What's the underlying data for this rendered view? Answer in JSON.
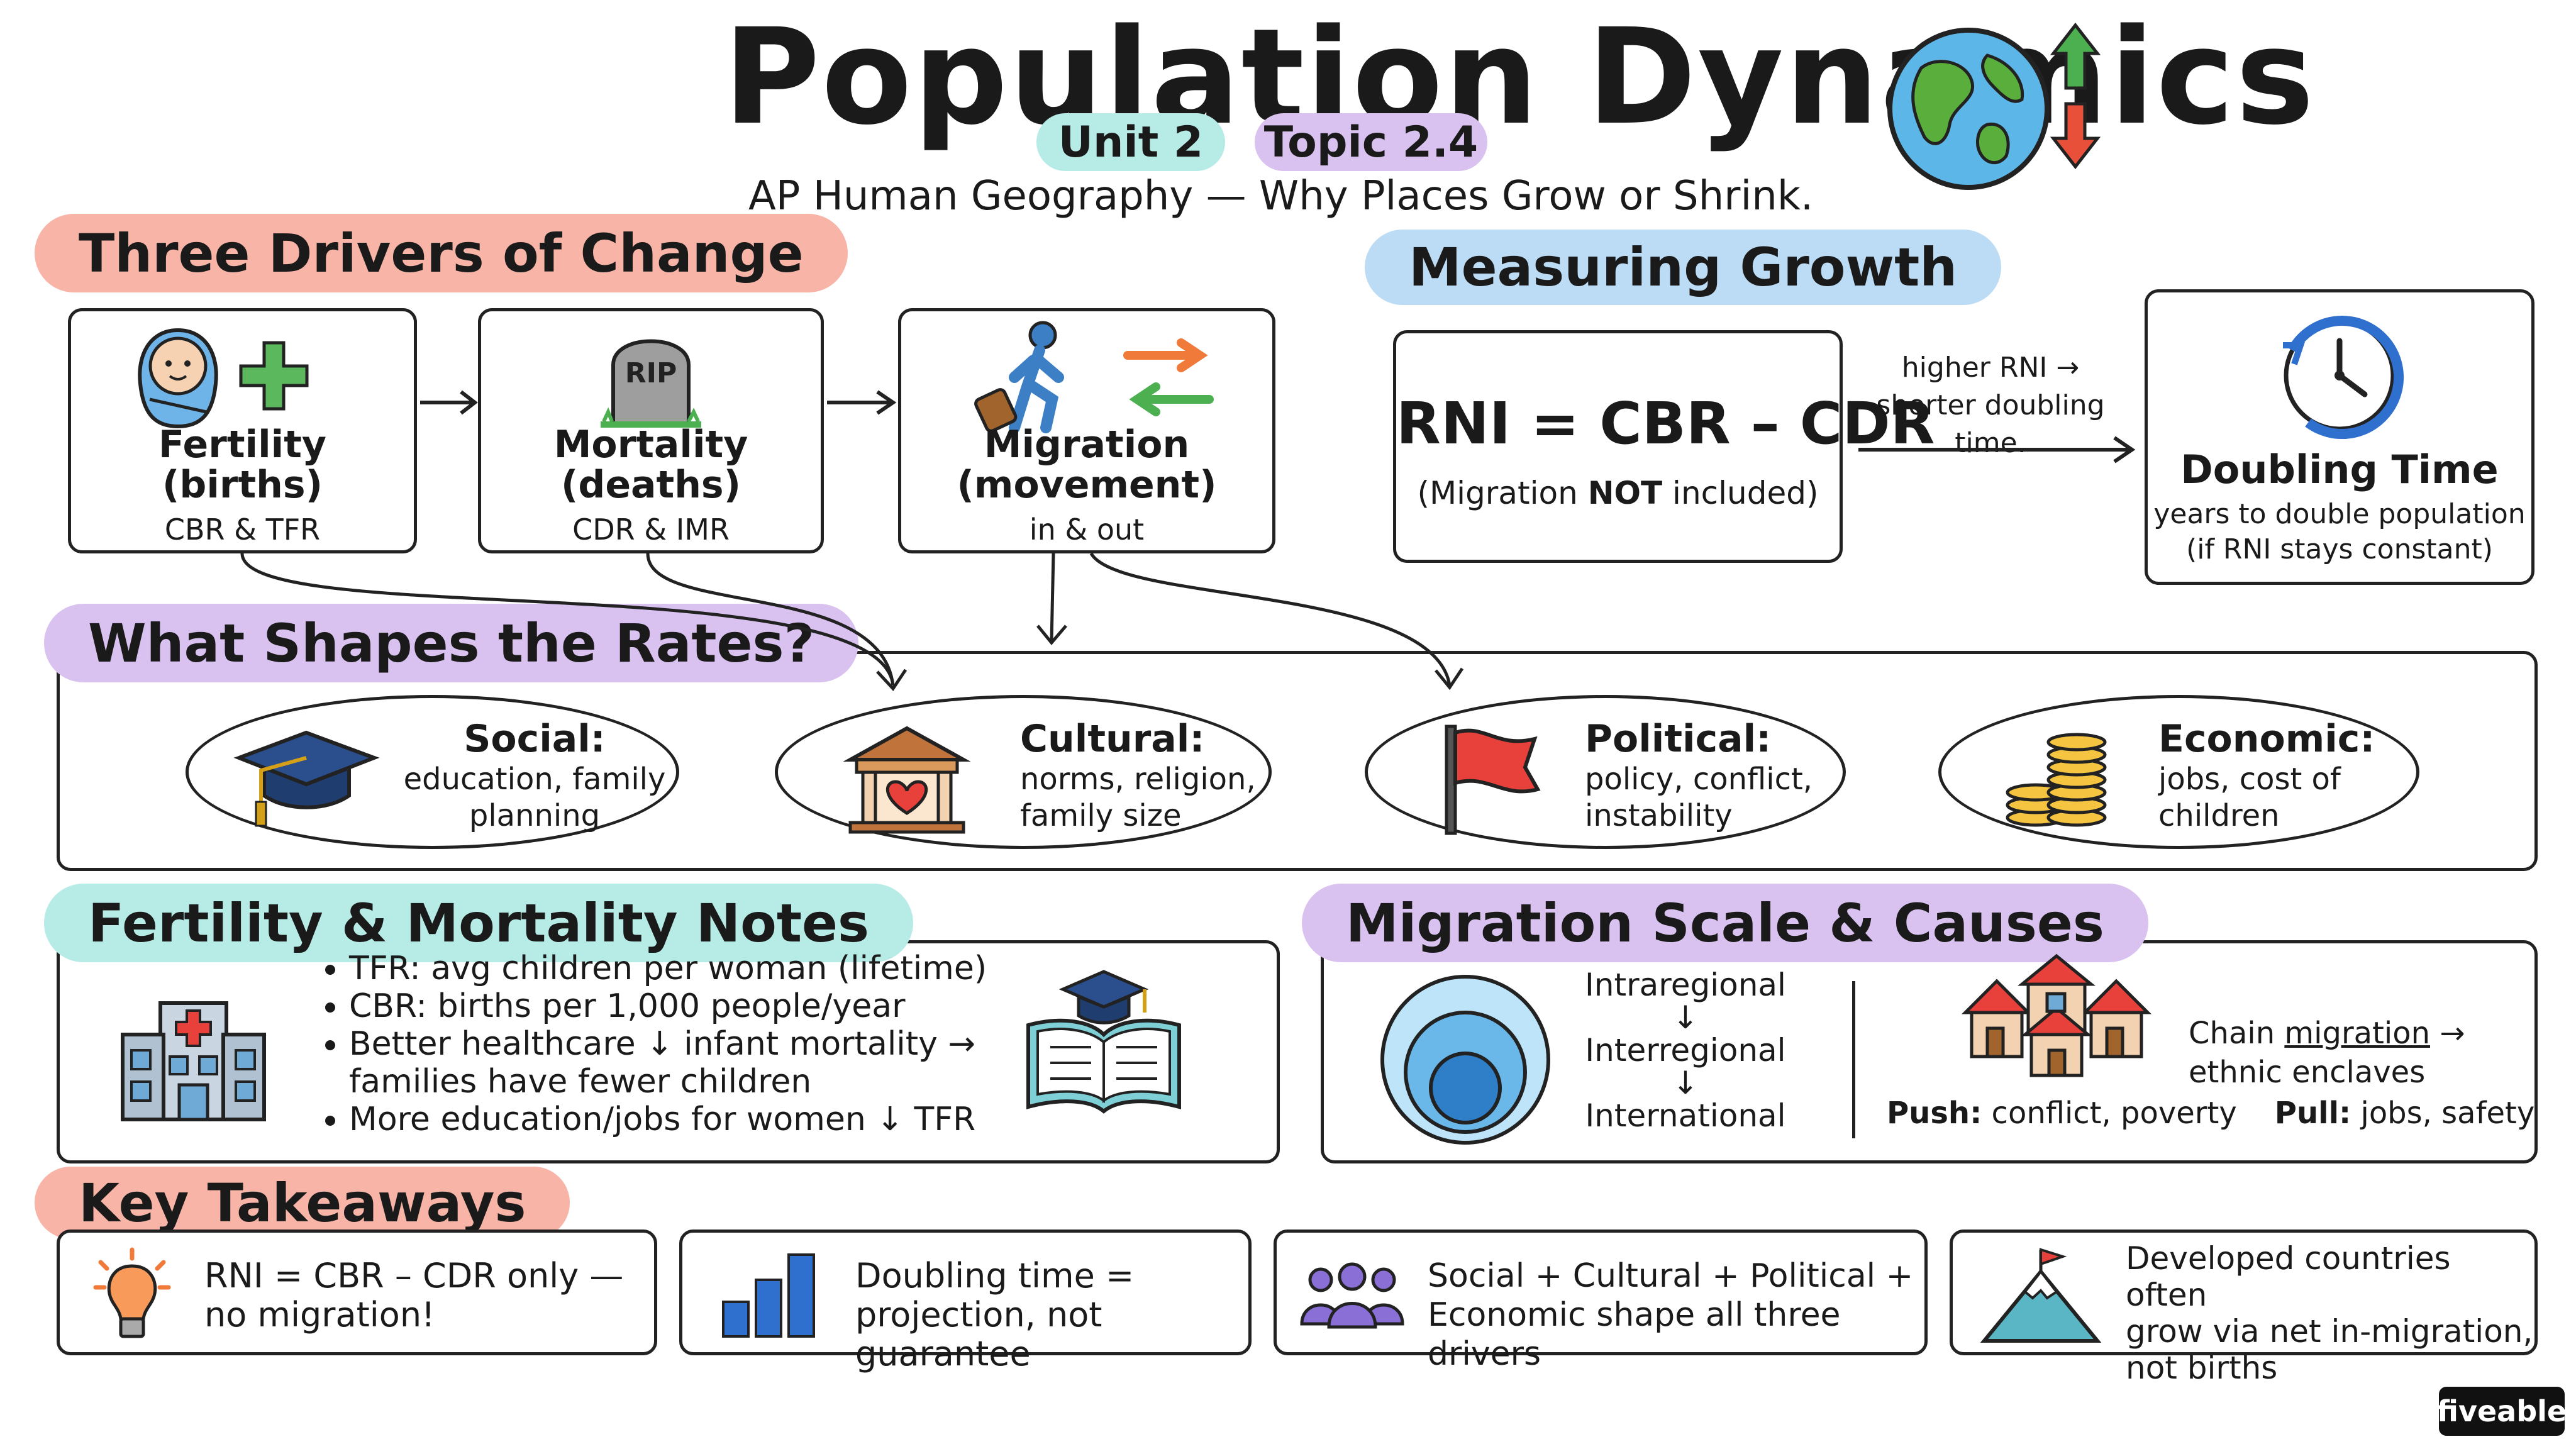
{
  "header": {
    "title": "Population Dynamics",
    "unit": "Unit 2",
    "topic": "Topic 2.4",
    "subtitle": "AP Human Geography — Why Places Grow or Shrink."
  },
  "drivers": {
    "title": "Three Drivers of Change",
    "items": [
      {
        "name": "Fertility\n(births)",
        "sub": "CBR & TFR"
      },
      {
        "name": "Mortality\n(deaths)",
        "sub": "CDR & IMR"
      },
      {
        "name": "Migration\n(movement)",
        "sub": "in & out"
      }
    ],
    "rip_label": "RIP"
  },
  "growth": {
    "title": "Measuring Growth",
    "formula": "RNI = CBR – CDR",
    "formula_note_pre": "(Migration ",
    "formula_note_bold": "NOT",
    "formula_note_post": " included)",
    "arrow_note": "higher RNI →\nshorter doubling time.",
    "doubling_title": "Doubling Time",
    "doubling_desc": "years to double population\n(if RNI stays constant)"
  },
  "rates": {
    "title": "What Shapes the Rates?",
    "items": [
      {
        "label": "Social:",
        "desc": "education, family\nplanning"
      },
      {
        "label": "Cultural:",
        "desc": "norms, religion,\nfamily size"
      },
      {
        "label": "Political:",
        "desc": "policy, conflict,\ninstability"
      },
      {
        "label": "Economic:",
        "desc": "jobs, cost of\nchildren"
      }
    ]
  },
  "notes": {
    "title": "Fertility & Mortality Notes",
    "bullets": [
      "TFR: avg children per woman (lifetime)",
      "CBR: births per 1,000 people/year",
      "Better healthcare ↓ infant mortality →\nfamilies have fewer children",
      "More education/jobs for women ↓ TFR"
    ]
  },
  "migration": {
    "title": "Migration Scale & Causes",
    "scales": [
      "Intraregional",
      "Interregional",
      "International"
    ],
    "scale_arrow": "↓",
    "chain_pre": "Chain ",
    "chain_underlined": "migration",
    "chain_post": " →\nethnic enclaves",
    "push_label": "Push:",
    "push_text": " conflict, poverty",
    "pull_label": "Pull:",
    "pull_text": " jobs, safety"
  },
  "takeaways": {
    "title": "Key Takeaways",
    "items": [
      "RNI = CBR – CDR only —\nno migration!",
      "Doubling time =\nprojection, not guarantee",
      "Social + Cultural + Political +\nEconomic shape all three drivers",
      "Developed countries often\ngrow via net in-migration,\nnot births"
    ]
  },
  "brand": "fiveable",
  "colors": {
    "salmon": "#f8b4a6",
    "blue": "#bcdcf5",
    "lavender": "#d9c2f0",
    "teal": "#b6ebe6",
    "green": "#4caf50",
    "red": "#e8503a",
    "orange": "#f07a3a"
  }
}
